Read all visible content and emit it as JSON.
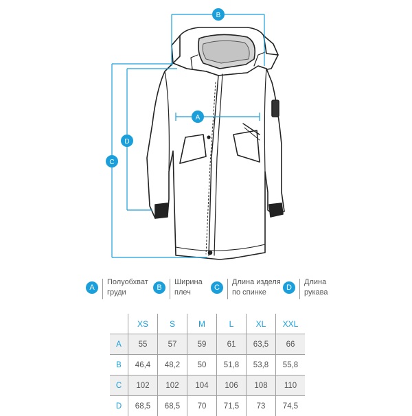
{
  "dimensions": {
    "A": "A",
    "B": "B",
    "C": "C",
    "D": "D"
  },
  "legend": [
    {
      "letter": "A",
      "line1": "Полуобхват",
      "line2": "груди"
    },
    {
      "letter": "B",
      "line1": "Ширина",
      "line2": "плеч"
    },
    {
      "letter": "C",
      "line1": "Длина изделя",
      "line2": "по спинке"
    },
    {
      "letter": "D",
      "line1": "Длина",
      "line2": "рукава"
    }
  ],
  "table": {
    "sizes": [
      "XS",
      "S",
      "M",
      "L",
      "XL",
      "XXL"
    ],
    "rows": [
      {
        "label": "A",
        "values": [
          "55",
          "57",
          "59",
          "61",
          "63,5",
          "66"
        ]
      },
      {
        "label": "B",
        "values": [
          "46,4",
          "48,2",
          "50",
          "51,8",
          "53,8",
          "55,8"
        ]
      },
      {
        "label": "C",
        "values": [
          "102",
          "102",
          "104",
          "106",
          "108",
          "110"
        ]
      },
      {
        "label": "D",
        "values": [
          "68,5",
          "68,5",
          "70",
          "71,5",
          "73",
          "74,5"
        ]
      }
    ]
  },
  "colors": {
    "accent": "#1a9fdb",
    "outline": "#222222",
    "table_border": "#9f9f9f",
    "row_shade": "#efefef"
  }
}
